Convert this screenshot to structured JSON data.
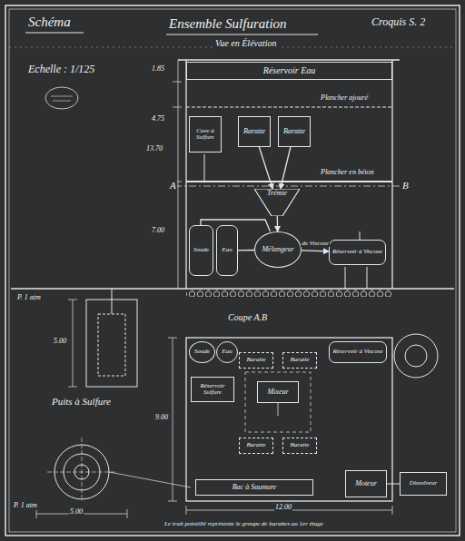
{
  "diagram": {
    "title": "Ensemble Sulfuration",
    "nodes": [
      {
        "text": [
          "Réservoir Eau"
        ]
      },
      {
        "text": [
          "Cuve à Sulfure"
        ]
      },
      {
        "text": [
          "Baratte"
        ]
      },
      {
        "text": [
          "Baratte"
        ]
      },
      {
        "text": [
          "Trémie"
        ]
      },
      {
        "text": [
          "Mélangeur"
        ]
      },
      {
        "text": [
          "Soude"
        ]
      },
      {
        "text": [
          "Eau"
        ]
      },
      {
        "text": [
          "Réservoir à Viscose"
        ]
      },
      {
        "text": [
          "Soude"
        ]
      },
      {
        "text": [
          "Eau"
        ]
      },
      {
        "text": [
          "Réservoir Sulfure"
        ]
      },
      {
        "text": [
          "Mixeur"
        ]
      },
      {
        "text": [
          "Baratte"
        ]
      },
      {
        "text": [
          "Baratte"
        ]
      },
      {
        "text": [
          "Baratte"
        ]
      },
      {
        "text": [
          "Baratte"
        ]
      },
      {
        "text": [
          "Réservoir à Viscose"
        ]
      },
      {
        "text": [
          "Bac à Saumure"
        ]
      },
      {
        "text": [
          "Moteur"
        ]
      },
      {
        "text": [
          "Dissolveur"
        ]
      }
    ],
    "edges": [
      {
        "from": 2,
        "to": 4,
        "arrow": "to"
      },
      {
        "from": 3,
        "to": 4,
        "arrow": "to"
      },
      {
        "from": 4,
        "to": 5,
        "arrow": "to"
      },
      {
        "from": 6,
        "to": 5,
        "arrow": "none"
      },
      {
        "from": 7,
        "to": 5,
        "arrow": "none"
      },
      {
        "from": 5,
        "to": 8,
        "arrow": "to",
        "label": "de Viscose"
      }
    ],
    "labels": [
      "Schéma",
      "Croquis S. 2",
      "Vue en Élévation",
      "Echelle : 1/125",
      "Plancher ajouré",
      "Plancher en béton",
      "A",
      "B",
      "1.85",
      "4.75",
      "13.70",
      "7.00",
      "P. 1 atm",
      "Puits à Sulfure",
      "5.00",
      "Coupe A.B",
      "9.00",
      "12.00",
      "P. 1 atm",
      "5.00",
      "Le trait pointillé représente le groupe de barattes au 1er étage"
    ]
  }
}
